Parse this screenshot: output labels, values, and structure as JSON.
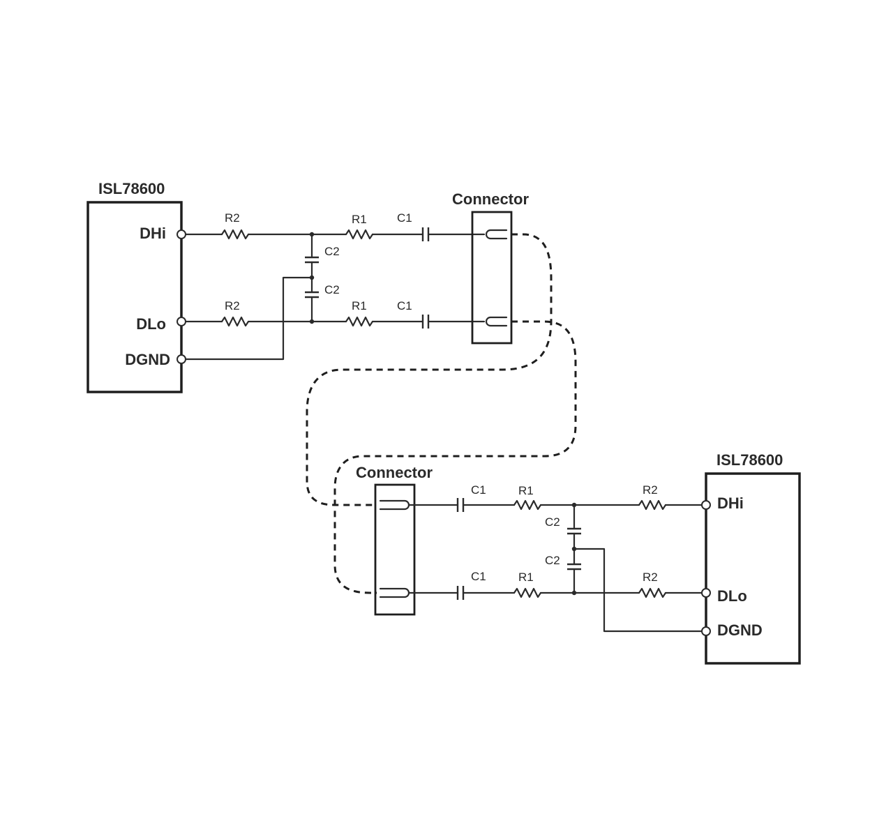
{
  "top": {
    "chip_title": "ISL78600",
    "pins": {
      "dhi": "DHi",
      "dlo": "DLo",
      "dgnd": "DGND"
    },
    "components": {
      "r2_hi": "R2",
      "r1_hi": "R1",
      "c1_hi": "C1",
      "c2_upper": "C2",
      "c2_lower": "C2",
      "r2_lo": "R2",
      "r1_lo": "R1",
      "c1_lo": "C1"
    },
    "connector_title": "Connector"
  },
  "bottom": {
    "chip_title": "ISL78600",
    "pins": {
      "dhi": "DHi",
      "dlo": "DLo",
      "dgnd": "DGND"
    },
    "components": {
      "c1_hi": "C1",
      "r1_hi": "R1",
      "r2_hi": "R2",
      "c2_upper": "C2",
      "c2_lower": "C2",
      "c1_lo": "C1",
      "r1_lo": "R1",
      "r2_lo": "R2"
    },
    "connector_title": "Connector"
  },
  "colors": {
    "line": "#2a2a2a",
    "background": "#ffffff"
  }
}
